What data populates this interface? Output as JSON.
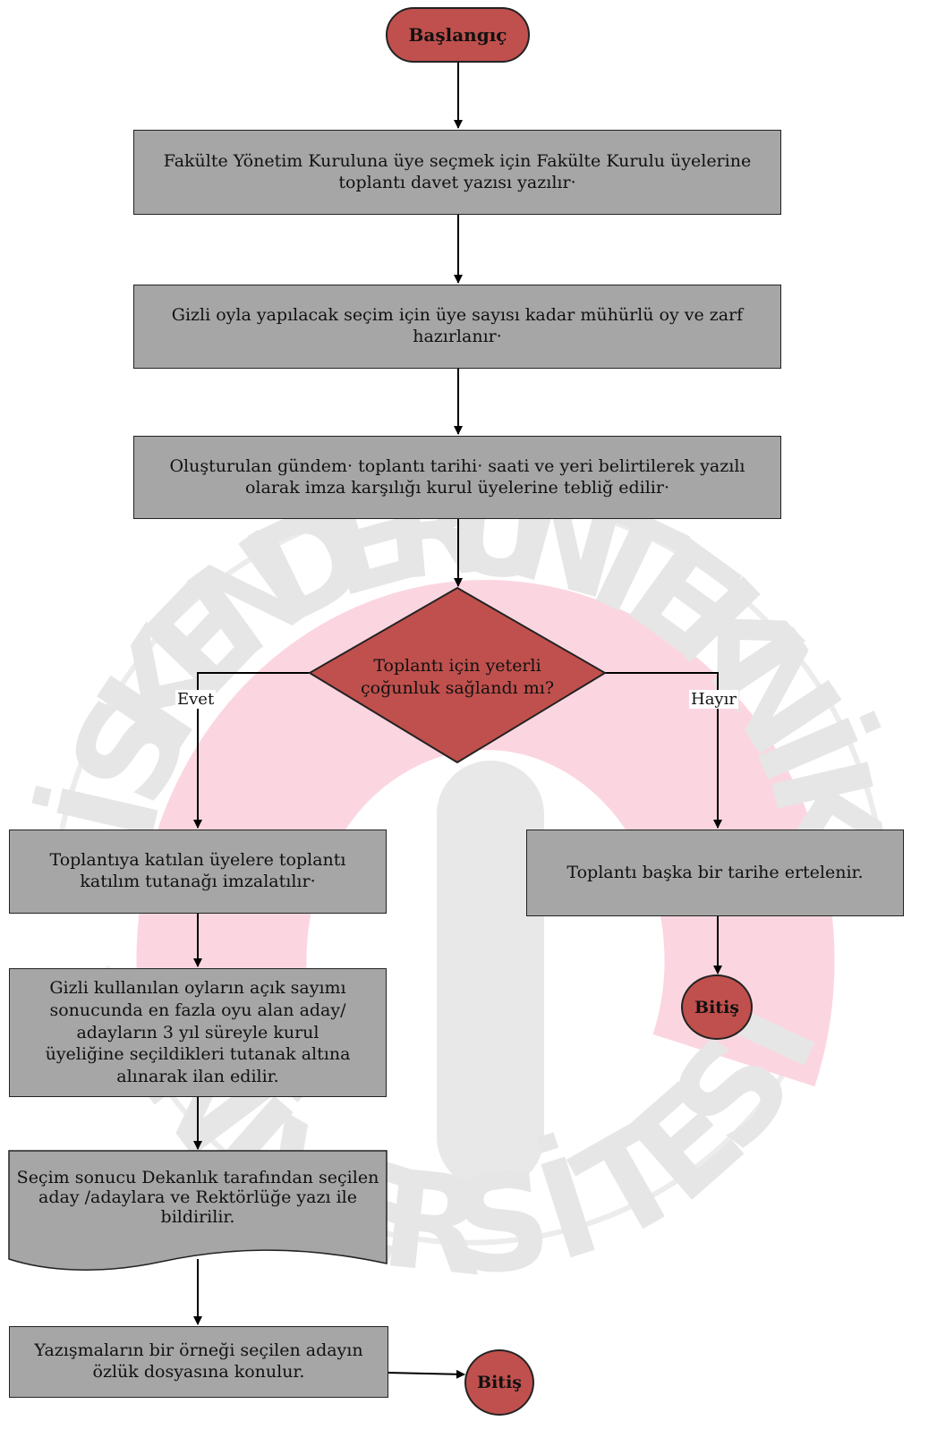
{
  "flow": {
    "start": "Başlangıç",
    "step1": "Fakülte Yönetim Kuruluna üye seçmek için Fakülte Kurulu üyelerine toplantı davet yazısı yazılır·",
    "step2": "Gizli oyla yapılacak seçim için üye sayısı kadar mühürlü oy ve zarf hazırlanır·",
    "step3": "Oluşturulan gündem· toplantı tarihi· saati ve yeri belirtilerek yazılı olarak imza karşılığı kurul üyelerine tebliğ edilir·",
    "decision": "Toplantı için yeterli çoğunluk sağlandı mı?",
    "yes_label": "Evet",
    "no_label": "Hayır",
    "yes1": "Toplantıya katılan üyelere toplantı katılım tutanağı imzalatılır·",
    "yes2": "Gizli kullanılan oyların açık sayımı sonucunda en fazla oyu alan aday/ adayların 3 yıl süreyle kurul üyeliğine seçildikleri tutanak altına alınarak ilan edilir.",
    "yes3": "Seçim sonucu Dekanlık tarafından seçilen aday /adaylara ve Rektörlüğe yazı ile bildirilir.",
    "yes4": "Yazışmaların bir örneği seçilen adayın özlük dosyasına konulur.",
    "no1": "Toplantı başka bir tarihe ertelenir.",
    "end_no": "Bitiş",
    "end_yes": "Bitiş"
  },
  "watermark": {
    "letters_top": [
      "İ",
      "S",
      "K",
      "E",
      "N",
      "D",
      "E",
      "R",
      "U",
      "N",
      "T",
      "E",
      "K",
      "N",
      "İ",
      "K"
    ],
    "letters_bottom": [
      "Ü",
      "N",
      "İ",
      "V",
      "E",
      "R",
      "S",
      "İ",
      "T",
      "E",
      "S",
      "İ"
    ]
  },
  "colors": {
    "process": "#a6a6a6",
    "terminal": "#c0504d",
    "decision": "#c0504d",
    "line": "#000000"
  }
}
